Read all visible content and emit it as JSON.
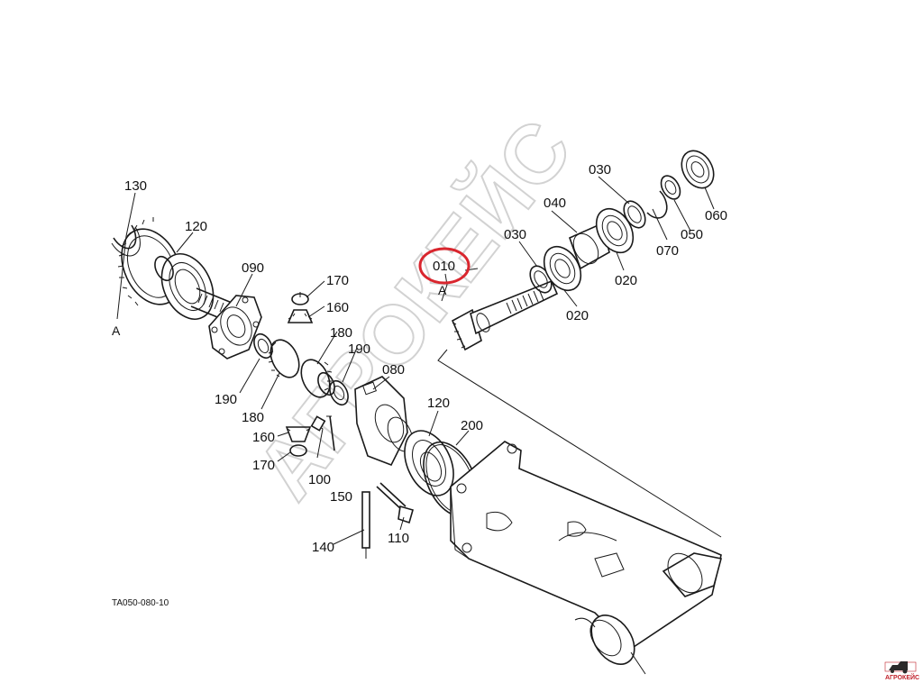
{
  "diagram": {
    "code": "TA050-080-10",
    "section_marks": [
      "A",
      "A"
    ],
    "labels": {
      "p130": "130",
      "p120a": "120",
      "p090": "090",
      "p170a": "170",
      "p160a": "160",
      "p180a": "180",
      "p190a": "190",
      "p190b": "190",
      "p180b": "180",
      "p160b": "160",
      "p170b": "170",
      "p100": "100",
      "p150": "150",
      "p140": "140",
      "p110": "110",
      "p080": "080",
      "p120b": "120",
      "p200": "200",
      "p010": "010",
      "p030a": "030",
      "p040": "040",
      "p030b": "030",
      "p020a": "020",
      "p020b": "020",
      "p070": "070",
      "p050": "050",
      "p060": "060"
    },
    "highlighted_part": "010",
    "highlight_color": "#d9262e"
  },
  "watermark": {
    "text": "АГРОКЕЙС"
  },
  "logo": {
    "text": "АГРОКЕЙС",
    "color": "#c0202a"
  }
}
